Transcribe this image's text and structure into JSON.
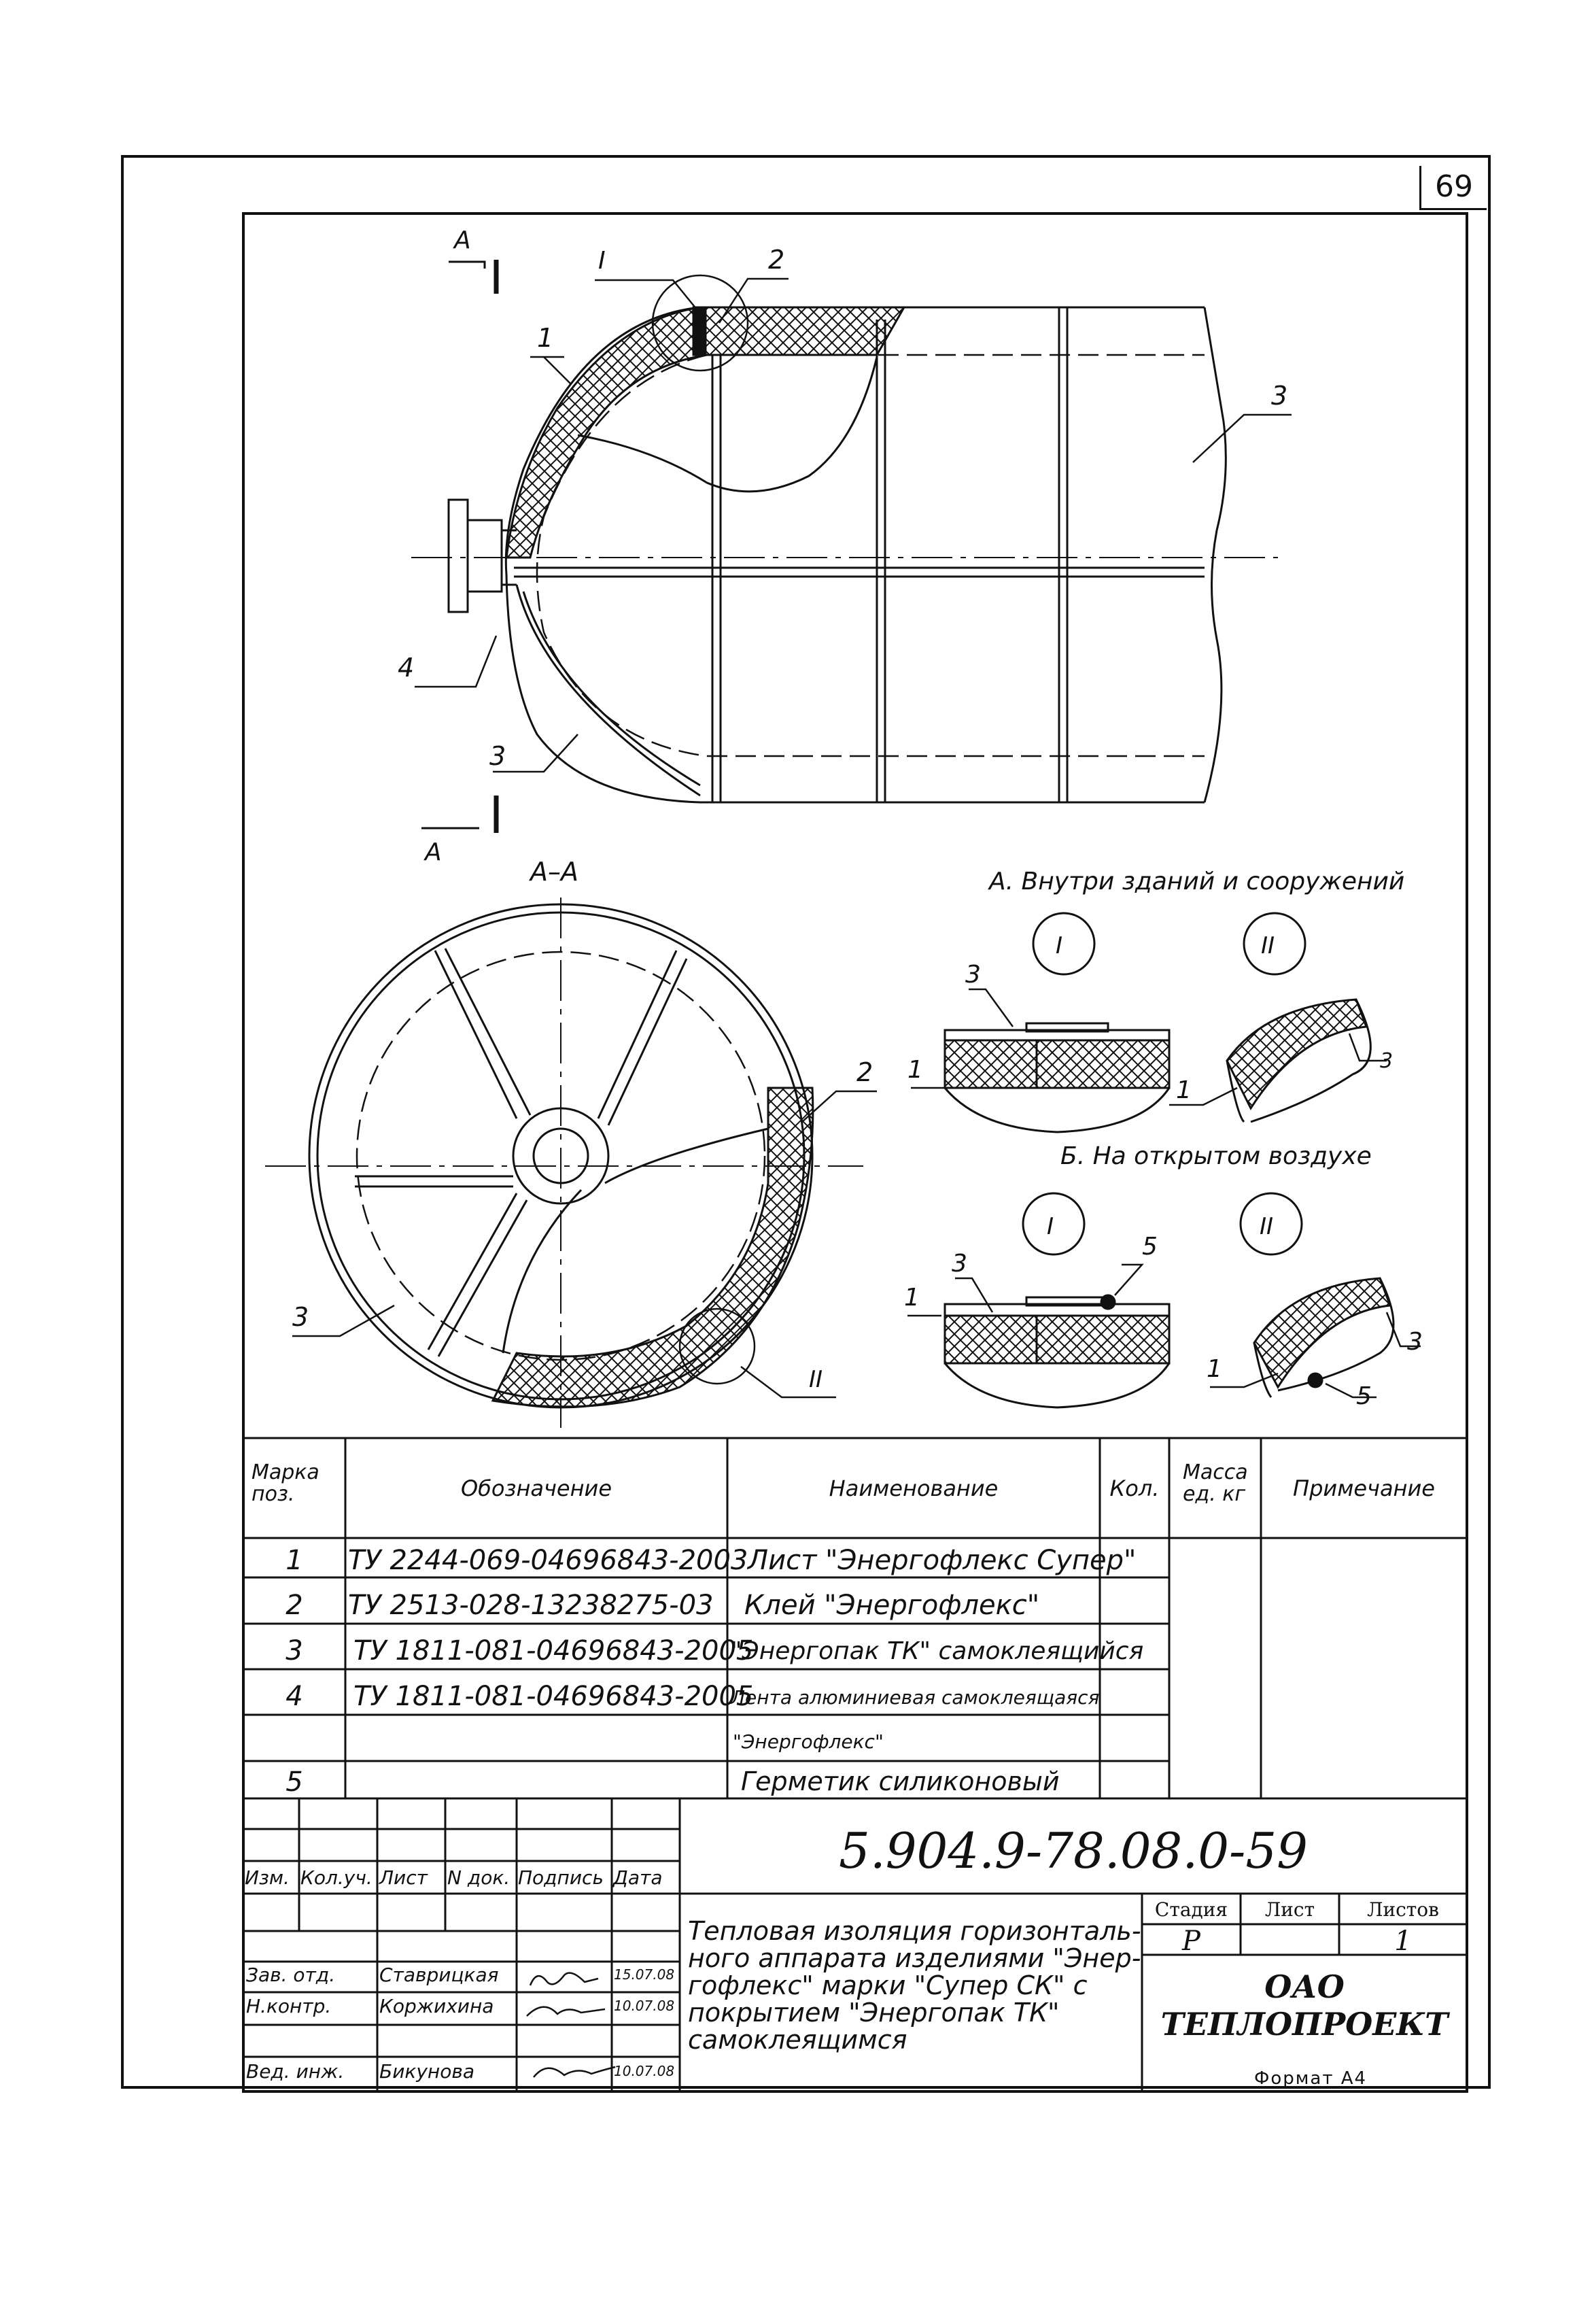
{
  "page_number": "69",
  "drawing": {
    "section_mark": "A",
    "section_title": "A–A",
    "callout_I": "I",
    "callout_II": "II",
    "leaders": {
      "p1": "1",
      "p2": "2",
      "p3": "3",
      "p4": "4",
      "p5": "5"
    },
    "detail_A_title": "А. Внутри зданий и сооружений",
    "detail_B_title": "Б. На открытом воздухе"
  },
  "spec_table": {
    "headers": {
      "mark": "Марка поз.",
      "designation": "Обозначение",
      "name": "Наименование",
      "qty": "Кол.",
      "mass": "Масса ед. кг",
      "note": "Примечание"
    },
    "rows": [
      {
        "pos": "1",
        "designation": "ТУ 2244-069-04696843-2003",
        "name": "Лист \"Энергофлекс Супер\""
      },
      {
        "pos": "2",
        "designation": "ТУ 2513-028-13238275-03",
        "name": "Клей \"Энергофлекс\""
      },
      {
        "pos": "3",
        "designation": "ТУ 1811-081-04696843-2005",
        "name": "\"Энергопак ТК\" самоклеящийся"
      },
      {
        "pos": "4",
        "designation": "ТУ 1811-081-04696843-2005",
        "name": "Лента алюминиевая самоклеящаяся"
      },
      {
        "pos": "",
        "designation": "",
        "name": "\"Энергофлекс\""
      },
      {
        "pos": "5",
        "designation": "",
        "name": "Герметик силиконовый"
      }
    ]
  },
  "title_block": {
    "doc_code": "5.904.9-78.08.0-59",
    "col_headers": [
      "Изм.",
      "Кол.уч.",
      "Лист",
      "N док.",
      "Подпись",
      "Дата"
    ],
    "signers": [
      {
        "role": "Зав. отд.",
        "name": "Ставрицкая",
        "date": "15.07.08"
      },
      {
        "role": "Н.контр.",
        "name": "Коржихина",
        "date": "10.07.08"
      },
      {
        "role": "Вед. инж.",
        "name": "Бикунова",
        "date": "10.07.08"
      }
    ],
    "description": "Тепловая изоляция горизонталь-ного аппарата изделиями \"Энер-гофлекс\" марки \"Супер СК\" с покрытием \"Энергопак ТК\" самоклеящимся",
    "description_lines": [
      "Тепловая изоляция горизонталь-",
      "ного аппарата изделиями \"Энер-",
      "гофлекс\" марки \"Супер СК\" с",
      "покрытием \"Энергопак ТК\"",
      "самоклеящимся"
    ],
    "stage_label": "Стадия",
    "sheet_label": "Лист",
    "sheets_label": "Листов",
    "stage_value": "Р",
    "sheet_value": "",
    "sheets_value": "1",
    "org_line1": "ОАО",
    "org_line2": "ТЕПЛОПРОЕКТ"
  },
  "format_label": "Формат А4"
}
